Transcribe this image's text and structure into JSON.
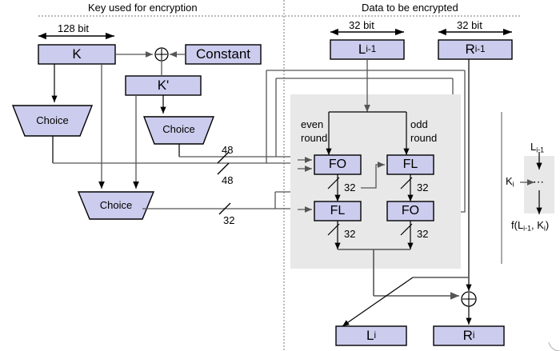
{
  "diagram": {
    "title_left": "Key used for encryption",
    "title_right": "Data to be encrypted",
    "colors": {
      "box_fill": "#ccccee",
      "box_stroke": "#000000",
      "panel_fill": "#e8e8e8",
      "wire": "#555555",
      "wire_dark": "#000000",
      "text": "#000000",
      "divider": "#888888"
    }
  },
  "key_side": {
    "dimension_128": "128 bit",
    "box_k": "K",
    "box_constant": "Constant",
    "box_kprime": "K'",
    "choice_top_left": "Choice",
    "choice_top_right": "Choice",
    "choice_bottom": "Choice",
    "xor_symbol": "⊕",
    "bus_48_upper": "48",
    "bus_48_lower": "48",
    "bus_32": "32"
  },
  "data_side": {
    "dimension_left": "32 bit",
    "dimension_right": "32 bit",
    "box_l_in": "L",
    "box_l_in_sub": "i-1",
    "box_r_in": "R",
    "box_r_in_sub": "i-1",
    "label_even": "even",
    "label_even2": "round",
    "label_odd": "odd",
    "label_odd2": "round",
    "fo_top": "FO",
    "fl_top": "FL",
    "fl_bottom": "FL",
    "fo_bottom": "FO",
    "width_fo_top": "32",
    "width_fl_top": "32",
    "width_fl_bottom": "32",
    "width_fo_bottom": "32",
    "xor_symbol": "⊕",
    "box_l_out": "L",
    "box_l_out_sub": "i",
    "box_r_out": "R",
    "box_r_out_sub": "i"
  },
  "legend": {
    "input_label": "L",
    "input_sub": "i-1",
    "key_label": "K",
    "key_sub": "i",
    "body": "⋯",
    "output_label": "f(L",
    "output_sub1": "i-1",
    "output_mid": ", K",
    "output_sub2": "i",
    "output_end": ")"
  }
}
